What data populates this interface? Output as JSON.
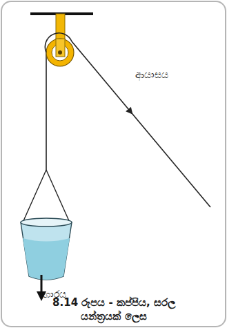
{
  "diagram": {
    "caption": "8.14 රූපය - කප්පිය, සරල යන්ත්‍රයක් ලෙස",
    "labels": [
      "ආයාසය",
      "භාරය"
    ]
  }
}
